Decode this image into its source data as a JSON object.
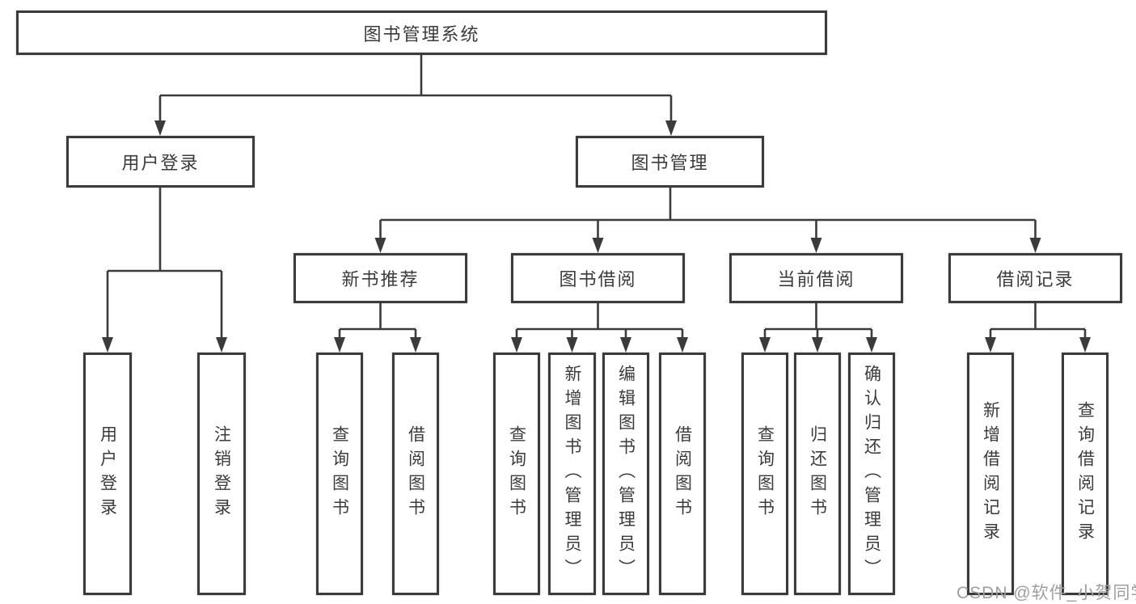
{
  "colors": {
    "line": "#3b3b3b",
    "text": "#3b3b3b",
    "box_background": "#ffffff",
    "watermark": "#9e9e9e"
  },
  "watermark": {
    "text": "CSDN @软件_小贺同学"
  },
  "tree": {
    "label": "图书管理系统",
    "children": [
      {
        "label": "用户登录",
        "children": [
          {
            "label": "用户登录"
          },
          {
            "label": "注销登录"
          }
        ]
      },
      {
        "label": "图书管理",
        "children": [
          {
            "label": "新书推荐",
            "children": [
              {
                "label": "查询图书"
              },
              {
                "label": "借阅图书"
              }
            ]
          },
          {
            "label": "图书借阅",
            "children": [
              {
                "label": "查询图书"
              },
              {
                "label": "新增图书（管理员）"
              },
              {
                "label": "编辑图书（管理员）"
              },
              {
                "label": "借阅图书"
              }
            ]
          },
          {
            "label": "当前借阅",
            "children": [
              {
                "label": "查询图书"
              },
              {
                "label": "归还图书"
              },
              {
                "label": "确认归还（管理员）"
              }
            ]
          },
          {
            "label": "借阅记录",
            "children": [
              {
                "label": "新增借阅记录"
              },
              {
                "label": "查询借阅记录"
              }
            ]
          }
        ]
      }
    ]
  }
}
